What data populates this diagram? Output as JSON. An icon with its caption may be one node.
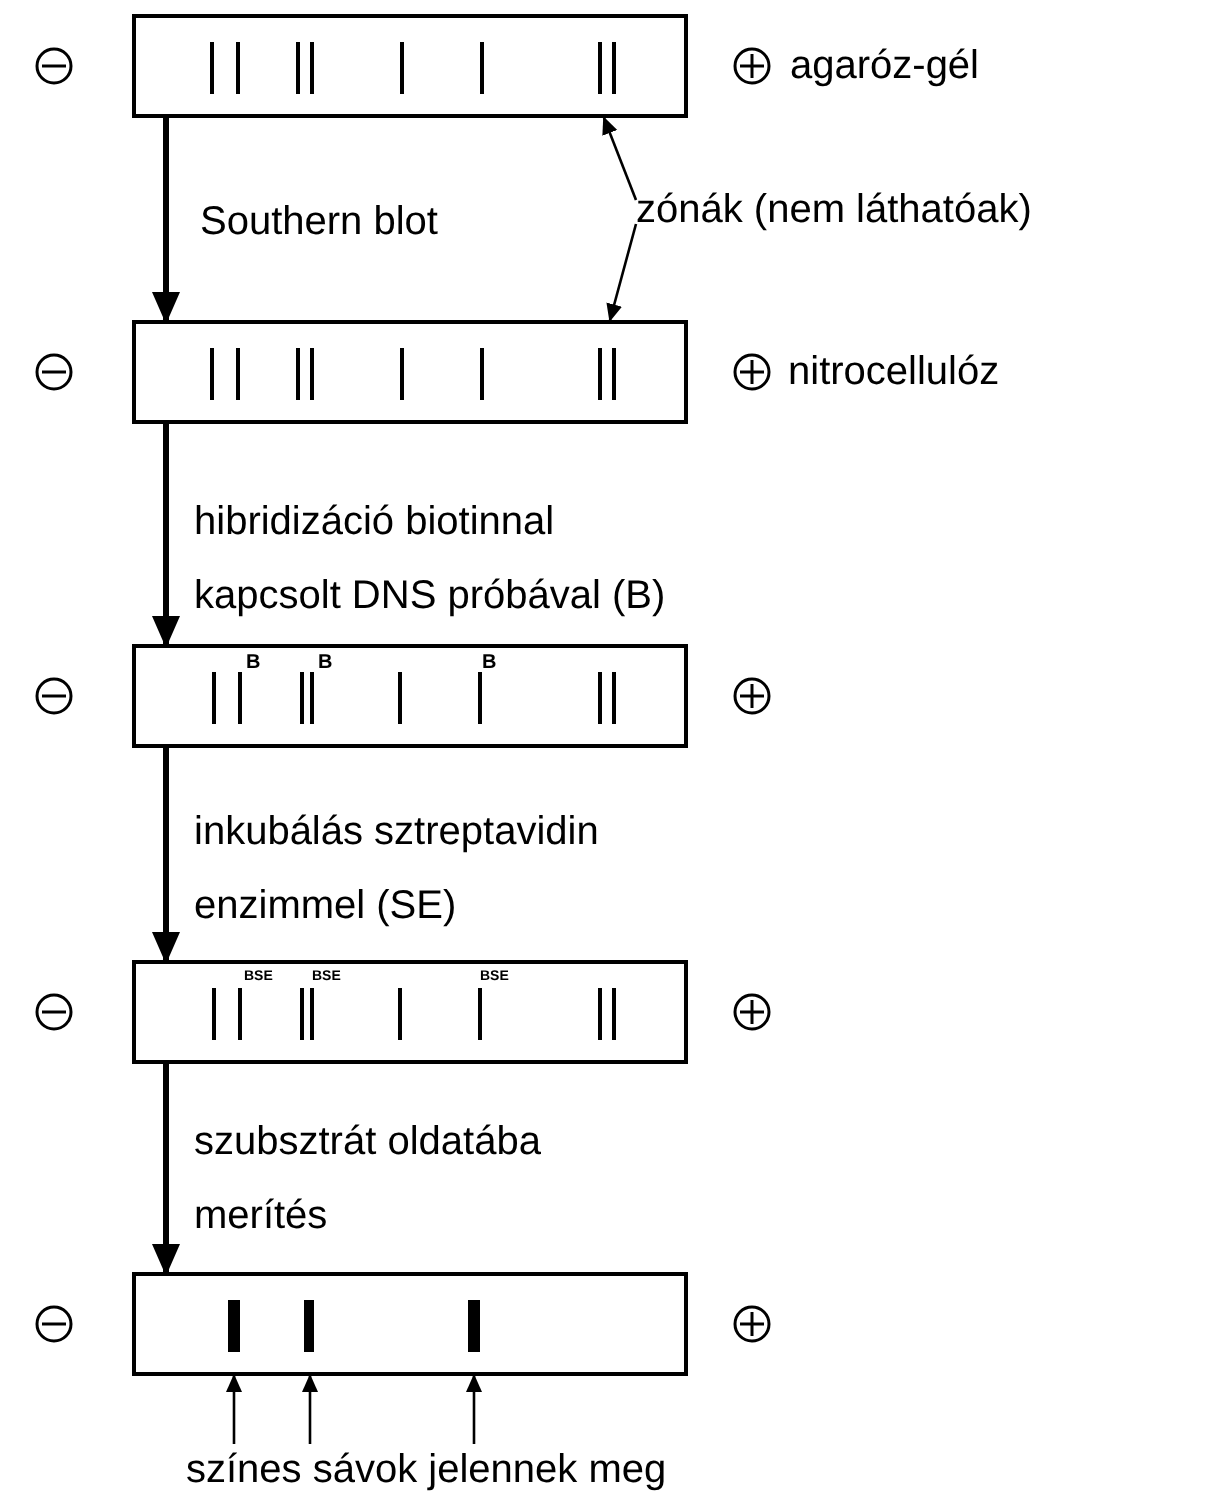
{
  "diagram": {
    "nodes": [
      {
        "text": [],
        "shape": "box",
        "beside": [
          "agaróz-gél"
        ]
      },
      {
        "text": [
          "zónák (nem láthatóak)"
        ]
      },
      {
        "text": [],
        "shape": "box",
        "beside": [
          "nitrocellulóz"
        ]
      },
      {
        "text": [
          "B",
          "B",
          "B"
        ]
      },
      {
        "text": [
          "BSE",
          "BSE",
          "BSE"
        ]
      },
      {
        "text": [],
        "shape": "box"
      },
      {
        "text": [
          "színes sávok jelennek meg"
        ]
      }
    ],
    "edges": [
      {
        "from": 0,
        "to": 2,
        "arrow": "to",
        "label": "Southern blot",
        "style": "thick"
      },
      {
        "from": 1,
        "to": 0,
        "arrow": "to"
      },
      {
        "from": 1,
        "to": 2,
        "arrow": "to"
      },
      {
        "from": 2,
        "to": 3,
        "arrow": "to",
        "label": "hibridizáció biotinnal kapcsolt DNS próbával (B)",
        "style": "thick"
      },
      {
        "from": 3,
        "to": 4,
        "arrow": "to",
        "label": "inkubálás sztreptavidin enzimmel (SE)",
        "style": "thick"
      },
      {
        "from": 4,
        "to": 5,
        "arrow": "to",
        "label": "szubsztrát oldatába merítés",
        "style": "thick"
      },
      {
        "from": 6,
        "to": 5,
        "arrow": "to"
      },
      {
        "from": 6,
        "to": 5,
        "arrow": "to"
      },
      {
        "from": 6,
        "to": 5,
        "arrow": "to"
      }
    ]
  }
}
